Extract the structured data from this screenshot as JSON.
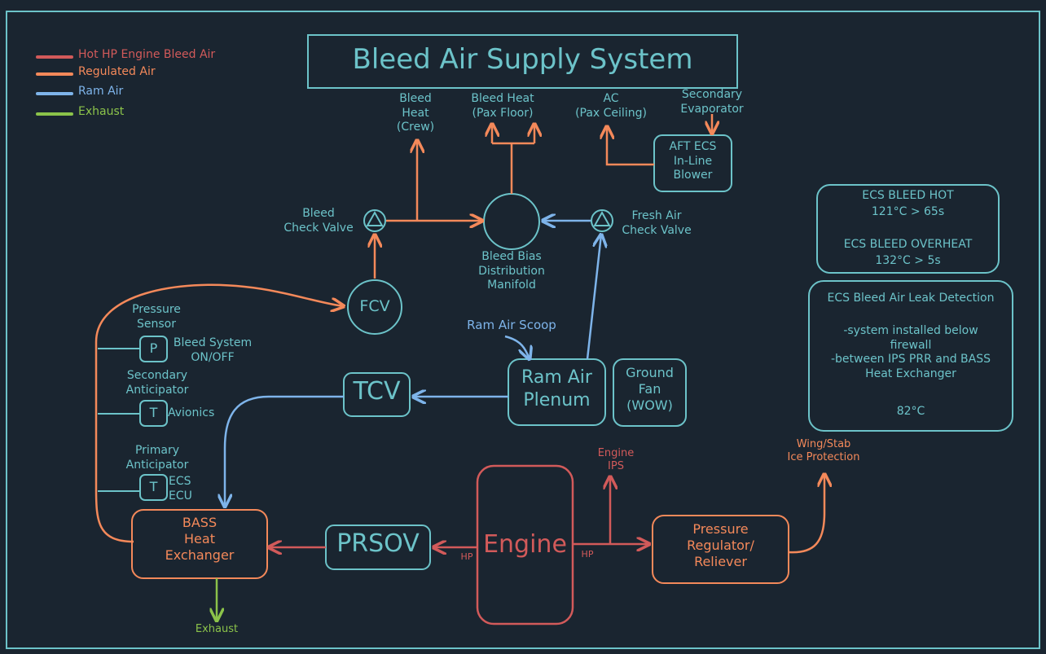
{
  "title": "Bleed Air Supply System",
  "legend": [
    {
      "label": "Hot HP Engine Bleed Air",
      "color": "#d25a5a"
    },
    {
      "label": "Regulated Air",
      "color": "#f4895a"
    },
    {
      "label": "Ram Air",
      "color": "#7eb4ea"
    },
    {
      "label": "Exhaust",
      "color": "#8bc34a"
    }
  ],
  "outputs": {
    "bleed_heat_crew": "Bleed\nHeat\n(Crew)",
    "bleed_heat_pax": "Bleed Heat\n(Pax Floor)",
    "ac_pax": "AC\n(Pax Ceiling)",
    "secondary_evap": "Secondary\nEvaporator"
  },
  "components": {
    "aft_ecs": "AFT ECS\nIn-Line\nBlower",
    "bleed_check_valve": "Bleed\nCheck Valve",
    "manifold": "Bleed Bias\nDistribution\nManifold",
    "fresh_air_check_valve": "Fresh Air\nCheck Valve",
    "fcv": "FCV",
    "ram_air_scoop": "Ram Air Scoop",
    "ram_air_plenum": "Ram Air\nPlenum",
    "ground_fan": "Ground\nFan\n(WOW)",
    "tcv": "TCV",
    "bass": "BASS\nHeat\nExchanger",
    "prsov": "PRSOV",
    "engine": "Engine",
    "hp_left": "HP",
    "hp_right": "HP",
    "engine_ips": "Engine\nIPS",
    "pressure_regulator": "Pressure\nRegulator/\nReliever",
    "wing_stab": "Wing/Stab\nIce Protection",
    "exhaust": "Exhaust"
  },
  "sensors": {
    "pressure_sensor": "Pressure\nSensor",
    "p_letter": "P",
    "bleed_system": "Bleed System\nON/OFF",
    "secondary_anticipator": "Secondary\nAnticipator",
    "t_letter_1": "T",
    "avionics": "Avionics",
    "primary_anticipator": "Primary\nAnticipator",
    "t_letter_2": "T",
    "ecs_ecu": "ECS\nECU"
  },
  "alerts": {
    "hot_line1": "ECS BLEED HOT",
    "hot_line2": "121°C > 65s",
    "overheat_line1": "ECS BLEED OVERHEAT",
    "overheat_line2": "132°C > 5s"
  },
  "leak_detection": {
    "title": "ECS Bleed Air Leak Detection",
    "body": "-system installed below\nfirewall\n-between IPS PRR and BASS\nHeat Exchanger",
    "temp": "82°C"
  }
}
